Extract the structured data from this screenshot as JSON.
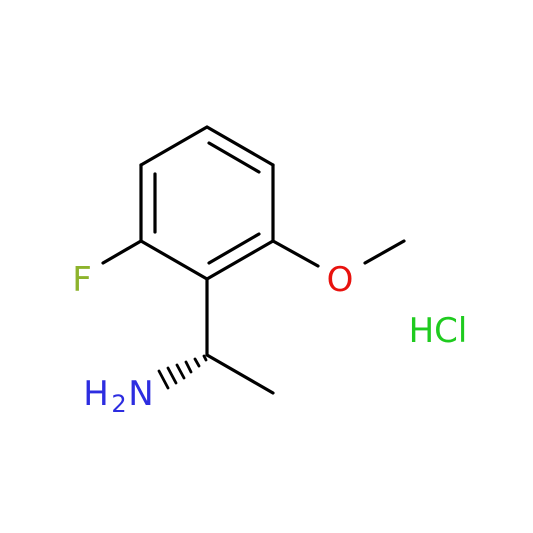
{
  "molecule": {
    "atoms": {
      "F": "F",
      "O": "O",
      "N_main": "H",
      "N_sub": "2",
      "N_tail": "N"
    },
    "salt": "HCl"
  },
  "colors": {
    "bond": "#000000",
    "fluorine": "#8DB32C",
    "oxygen": "#E8120E",
    "nitrogen": "#2D2DE0",
    "chlorine_salt": "#1FCB1F"
  }
}
